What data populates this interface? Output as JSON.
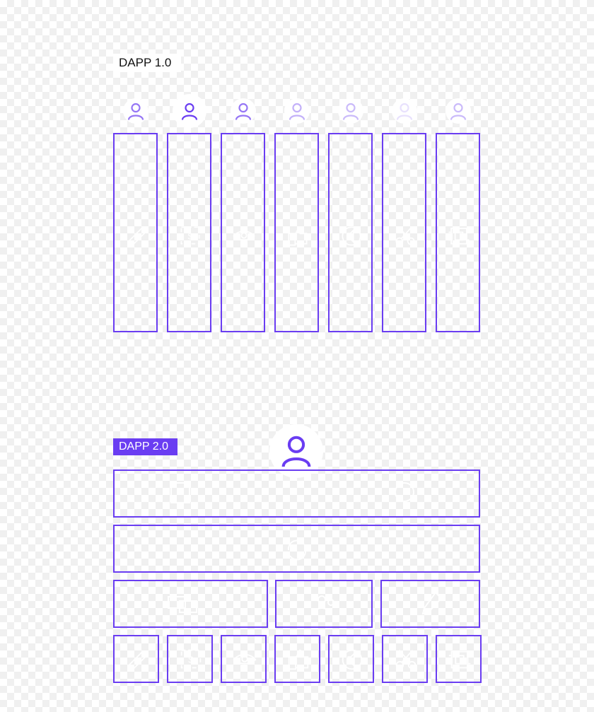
{
  "section1": {
    "heading": "",
    "badge": "DAPP 1.0",
    "columns": [
      {
        "id": "c1",
        "user_opacity": 0.7,
        "glyph": "pencil-icon"
      },
      {
        "id": "c2",
        "user_opacity": 1.0,
        "glyph": "exchange-icon"
      },
      {
        "id": "c3",
        "user_opacity": 0.7,
        "glyph": "eye-icon"
      },
      {
        "id": "c4",
        "user_opacity": 0.4,
        "glyph": "thumbs-up-icon"
      },
      {
        "id": "c5",
        "user_opacity": 0.35,
        "glyph": "audio-icon"
      },
      {
        "id": "c6",
        "user_opacity": 0.15,
        "glyph": "scissors-icon"
      },
      {
        "id": "c7",
        "user_opacity": 0.35,
        "glyph": "chip-icon"
      }
    ]
  },
  "section2": {
    "heading": "",
    "badge": "DAPP 2.0",
    "rows": [
      {
        "name": "layer-row-1",
        "icons": [
          "square-icon",
          "circle-icon"
        ]
      },
      {
        "name": "layer-row-2",
        "icons": [
          "refresh-icon"
        ]
      }
    ],
    "row3": [
      {
        "name": "layer-cell-chat",
        "icon": "chat-icon"
      },
      {
        "name": "layer-cell-group",
        "icon": "group-icon"
      },
      {
        "name": "layer-cell-pen",
        "icon": "pen-icon"
      }
    ],
    "bottom_icons": [
      "pencil-icon",
      "exchange-icon",
      "eye-icon",
      "thumbs-up-icon",
      "audio-icon",
      "scissors-icon",
      "chip-icon"
    ]
  },
  "colors": {
    "accent": "#6a3df2",
    "white": "#ffffff"
  }
}
